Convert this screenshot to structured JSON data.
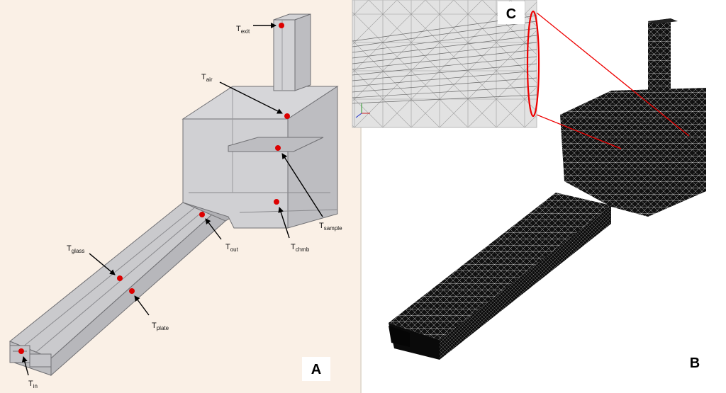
{
  "panels": {
    "a": {
      "letter": "A"
    },
    "b": {
      "letter": "B"
    },
    "c": {
      "letter": "C"
    }
  },
  "sensors": {
    "exit": {
      "main": "T",
      "sub": "exit"
    },
    "air": {
      "main": "T",
      "sub": "air"
    },
    "sample": {
      "main": "T",
      "sub": "sample"
    },
    "chmb": {
      "main": "T",
      "sub": "chmb"
    },
    "out": {
      "main": "T",
      "sub": "out"
    },
    "glass": {
      "main": "T",
      "sub": "glass"
    },
    "plate": {
      "main": "T",
      "sub": "plate"
    },
    "in": {
      "main": "T",
      "sub": "in"
    }
  },
  "colors": {
    "panel_a_bg": "#faf0e6",
    "panel_c_bg": "#e2e2e2",
    "sensor_dot": "#dd0000",
    "highlight": "#ee0000",
    "mesh": "#0a0a0a",
    "box_fill": "#c9c9cc",
    "box_stroke": "#6e6e72"
  }
}
